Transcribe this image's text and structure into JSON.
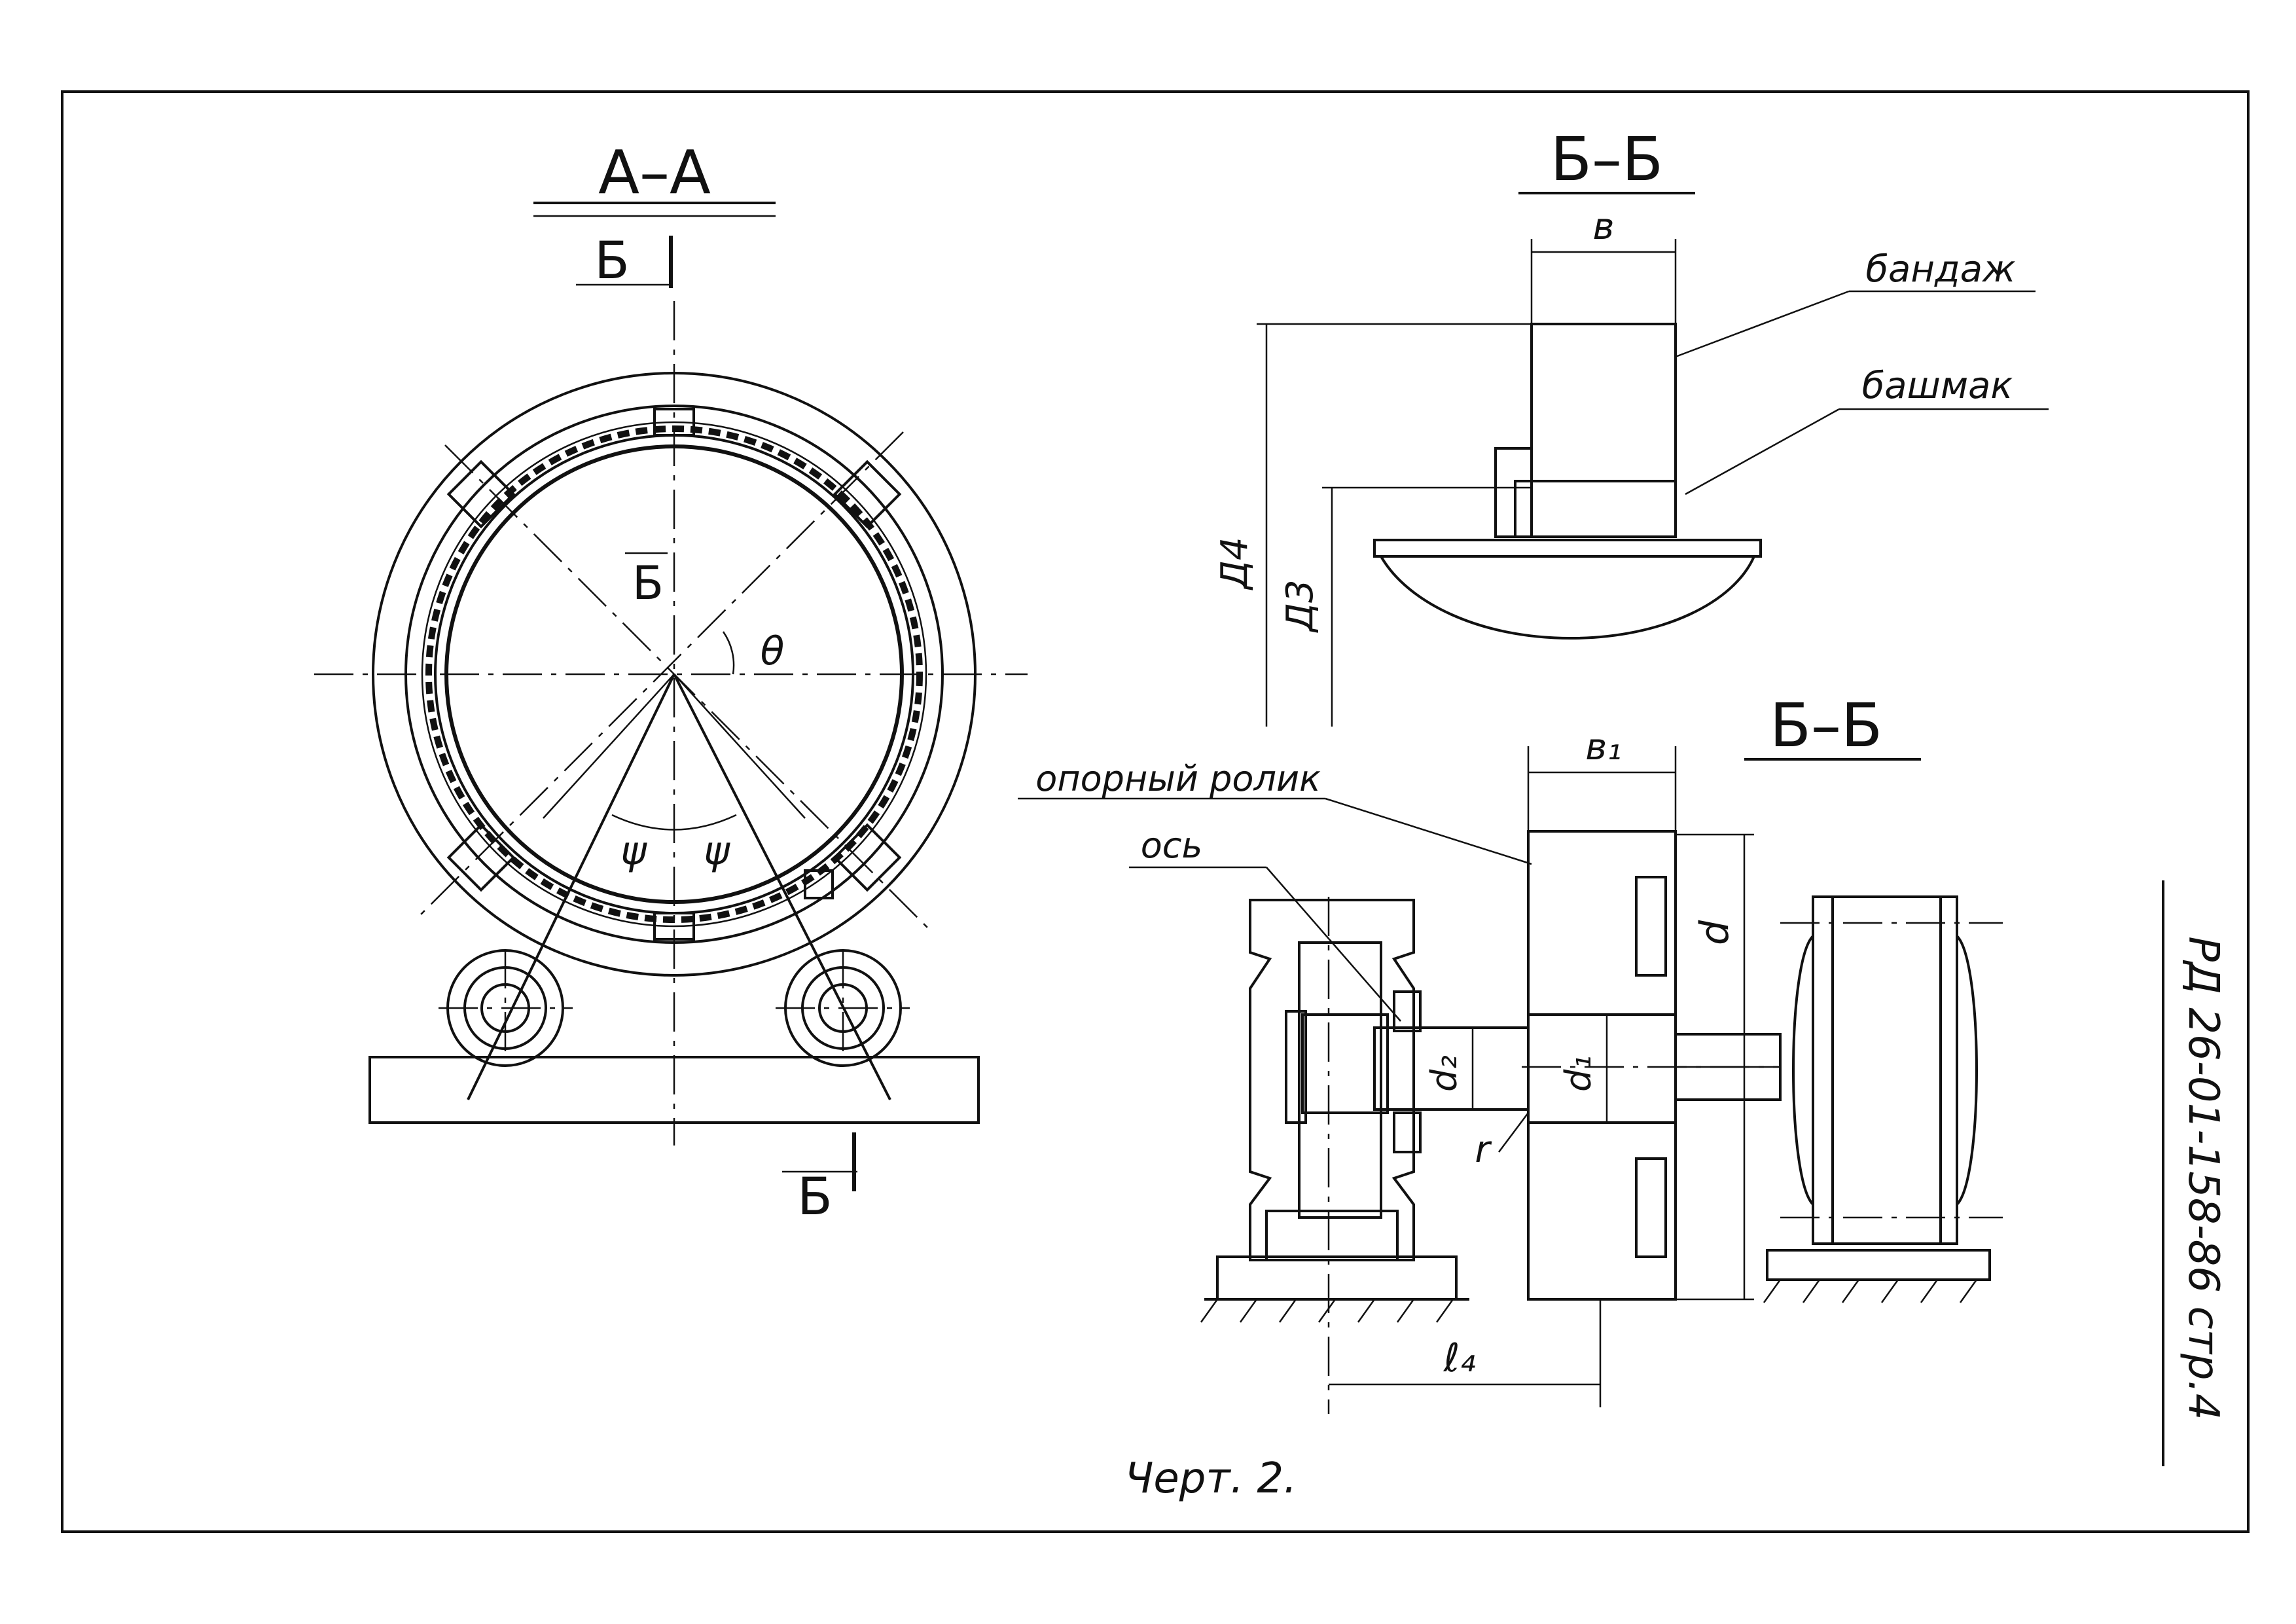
{
  "labels": {
    "section_aa": "А–А",
    "section_bb_top": "Б–Б",
    "section_bb_bottom": "Б–Б",
    "cut_mark_b_top": "Б",
    "cut_mark_b_mid": "Б",
    "cut_mark_b_bottom": "Б",
    "angle_theta": "θ",
    "angle_psi_left": "ψ",
    "angle_psi_right": "ψ",
    "dim_b": "в",
    "dim_b1": "в₁",
    "dim_D4": "Д4",
    "dim_D3": "Д3",
    "dim_d": "d",
    "dim_d1": "d₁",
    "dim_d2": "d₂",
    "dim_r": "r",
    "dim_l4": "ℓ₄",
    "callout_bandazh": "бандаж",
    "callout_bashmak": "башмак",
    "callout_roller": "опорный ролик",
    "callout_axis": "ось",
    "caption": "Черт. 2.",
    "stamp": "РД 26-01-158-86  стр.4"
  }
}
